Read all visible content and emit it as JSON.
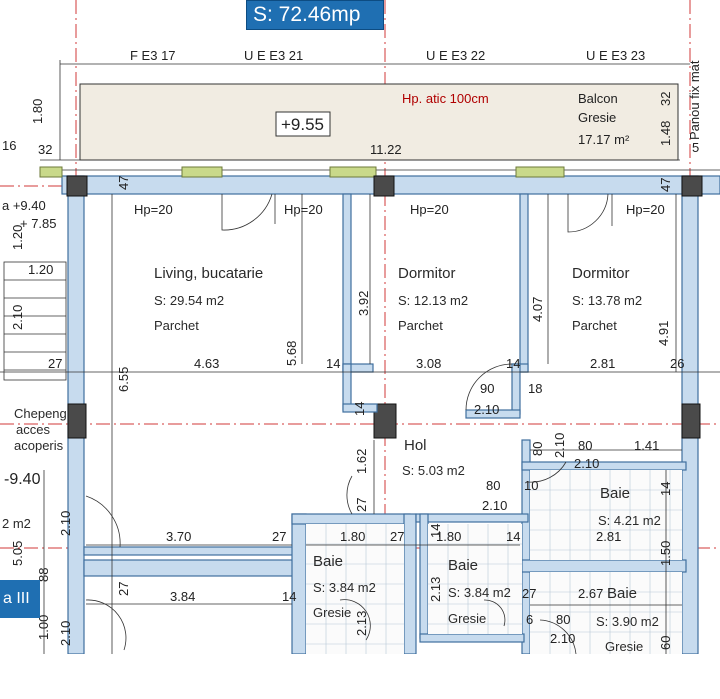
{
  "header": {
    "total_area": "S: 72.46mp",
    "axis_labels": [
      "F E3 17",
      "U E E3 21",
      "U E E3 22",
      "U E E3 23"
    ],
    "panou": "Panou fix mat"
  },
  "balcony": {
    "elevation": "+9.55",
    "parapet": "Hp. atic 100cm",
    "name": "Balcon",
    "finish": "Gresie",
    "area": "17.17 m²"
  },
  "rooms": [
    {
      "name": "Living, bucatarie",
      "area": "S: 29.54 m2",
      "finish": "Parchet"
    },
    {
      "name": "Dormitor",
      "area": "S: 12.13 m2",
      "finish": "Parchet"
    },
    {
      "name": "Dormitor",
      "area": "S: 13.78 m2",
      "finish": "Parchet"
    },
    {
      "name": "Hol",
      "area": "S: 5.03 m2",
      "finish": ""
    },
    {
      "name": "Baie",
      "area": "S: 4.21 m2",
      "finish": ""
    },
    {
      "name": "Baie",
      "area": "S: 3.84 m2",
      "finish": "Gresie"
    },
    {
      "name": "Baie",
      "area": "S: 3.84 m2",
      "finish": "Gresie"
    },
    {
      "name": "Baie",
      "area": "S: 3.90 m2",
      "finish": "Gresie"
    }
  ],
  "left_side": {
    "chepeng": [
      "Chepeng",
      "acces",
      "acoperis"
    ],
    "elev_a": "a +9.40",
    "elev_b": "+ 7.85",
    "elev_c": "-9.40",
    "area_partial": "2 m2",
    "badge": "a III"
  },
  "hp_labels": [
    "Hp=20",
    "Hp=20",
    "Hp=20",
    "Hp=20"
  ],
  "dimensions": {
    "d_1_80": "1.80",
    "d_32a": "32",
    "d_16": "16",
    "d_11_22": "11.22",
    "d_47a": "47",
    "d_47b": "47",
    "d_32b": "32",
    "d_1_48": "1.48",
    "d_5": "5",
    "d_1_20a": "1.20",
    "d_1_20b": "1.20",
    "d_2_10a": "2.10",
    "d_27a": "27",
    "d_4_63": "4.63",
    "d_14a": "14",
    "d_3_08": "3.08",
    "d_14b": "14",
    "d_2_81a": "2.81",
    "d_26": "26",
    "d_6_55": "6.55",
    "d_5_68": "5.68",
    "d_3_92": "3.92",
    "d_4_07": "4.07",
    "d_4_91": "4.91",
    "d_90": "90",
    "d_2_10b": "2.10",
    "d_18": "18",
    "d_14c": "14",
    "d_80a": "80",
    "d_2_10c": "2.10",
    "d_80b": "80",
    "d_1_41": "1.41",
    "d_2_10d": "2.10",
    "d_80c": "80",
    "d_10": "10",
    "d_2_10e": "2.10",
    "d_1_62": "1.62",
    "d_27b": "27",
    "d_14d": "14",
    "d_2_81b": "2.81",
    "d_1_50": "1.50",
    "d_3_70": "3.70",
    "d_27c": "27",
    "d_1_80b": "1.80",
    "d_27d": "27",
    "d_1_80c": "1.80",
    "d_14e": "14",
    "d_2_10f": "2.10",
    "d_5_05": "5.05",
    "d_88": "88",
    "d_27e": "27",
    "d_3_84": "3.84",
    "d_14f": "14",
    "d_2_13a": "2.13",
    "d_2_13b": "2.13",
    "d_27f": "27",
    "d_2_67": "2.67",
    "d_6": "6",
    "d_80d": "80",
    "d_2_10g": "2.10",
    "d_60": "60",
    "d_1_00": "1.00",
    "d_2_10h": "2.10"
  },
  "colors": {
    "wall": "#c7dbee",
    "axis": "#d23a3a",
    "badge": "#1f6fb2",
    "window": "#c9d98a"
  }
}
